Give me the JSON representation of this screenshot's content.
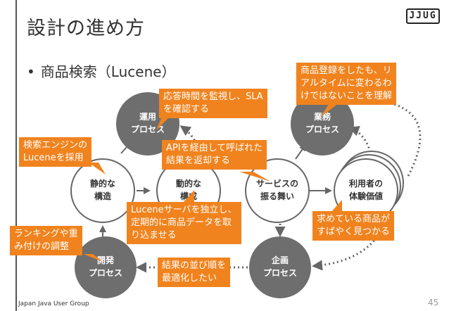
{
  "slide": {
    "title": "設計の進め方",
    "bullet": "商品検索（Lucene）",
    "logo": "JJUG",
    "footer": "Japan Java User Group",
    "page_number": "45"
  },
  "colors": {
    "accent": "#f0831e",
    "node_dark": "#6e6e6e",
    "text": "#333333"
  },
  "nodes": [
    {
      "id": "operation",
      "label_lines": [
        "運用",
        "プロセス"
      ],
      "style": "dark"
    },
    {
      "id": "business",
      "label_lines": [
        "業務",
        "プロセス"
      ],
      "style": "dark"
    },
    {
      "id": "static",
      "label_lines": [
        "静的な",
        "構造"
      ],
      "style": "light"
    },
    {
      "id": "dynamic",
      "label_lines": [
        "動的な",
        "構成"
      ],
      "style": "light"
    },
    {
      "id": "service",
      "label_lines": [
        "サービスの",
        "振る舞い"
      ],
      "style": "light"
    },
    {
      "id": "user",
      "label_lines": [
        "利用者の",
        "体験価値"
      ],
      "style": "light"
    },
    {
      "id": "development",
      "label_lines": [
        "開発",
        "プロセス"
      ],
      "style": "dark"
    },
    {
      "id": "planning",
      "label_lines": [
        "企画",
        "プロセス"
      ],
      "style": "dark"
    }
  ],
  "callouts": [
    {
      "id": "sla",
      "lines": [
        "応答時間を監視し、SLA",
        "を確認する"
      ]
    },
    {
      "id": "registration",
      "lines": [
        "商品登録をしたも、リ",
        "アルタイムに変わるわ",
        "けではないことを理解"
      ]
    },
    {
      "id": "engine",
      "lines": [
        "検索エンジンの",
        "Luceneを採用"
      ]
    },
    {
      "id": "api",
      "lines": [
        "APIを経由して呼ばれた",
        "結果を返却する"
      ]
    },
    {
      "id": "server",
      "lines": [
        "Luceneサーバを独立し、",
        "定期的に商品データを取",
        "り込ませる"
      ]
    },
    {
      "id": "find",
      "lines": [
        "求めている商品が",
        "すばやく見つかる"
      ]
    },
    {
      "id": "ranking",
      "lines": [
        "ランキングや重",
        "み付けの調整"
      ]
    },
    {
      "id": "order",
      "lines": [
        "結果の並び順を",
        "最適化したい"
      ]
    }
  ]
}
